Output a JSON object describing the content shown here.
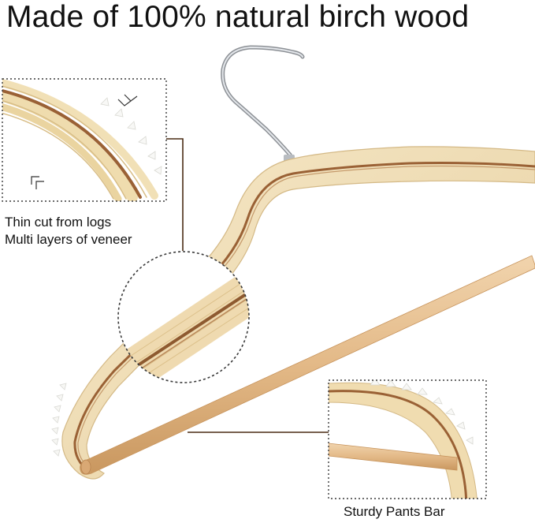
{
  "headline": "Made of 100% natural birch wood",
  "callouts": {
    "veneer_line1": "Thin cut from logs",
    "veneer_line2": "Multi layers of veneer",
    "pants_bar": "Sturdy Pants Bar"
  },
  "colors": {
    "wood": "#efdcb4",
    "wood_shadow": "#d8bf8c",
    "inlay": "#9a6135",
    "bar": "#e3b987",
    "hook": "#a9adb2",
    "callout_line": "#4a2c14"
  }
}
